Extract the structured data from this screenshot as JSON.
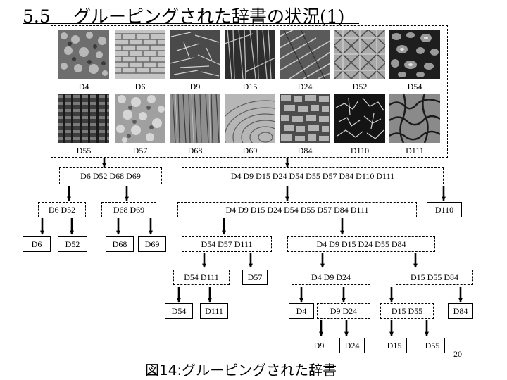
{
  "slide": {
    "section_number": "5.5",
    "title": "グルーピングされた辞書の状況(1)",
    "caption": "図14:グルーピングされた辞書",
    "page_number": "20"
  },
  "textures": {
    "row1": [
      "D4",
      "D6",
      "D9",
      "D15",
      "D24",
      "D52",
      "D54"
    ],
    "row2": [
      "D55",
      "D57",
      "D68",
      "D69",
      "D84",
      "D110",
      "D111"
    ]
  },
  "tree": {
    "level1": {
      "left": "D6 D52  D68  D69",
      "right": "D4  D9  D15  D24   D54  D55  D57  D84  D110  D111"
    },
    "level2": {
      "a": "D6 D52",
      "b": "D68  D69",
      "c": "D4  D9  D15  D24   D54  D55  D57  D84  D111",
      "d": "D110"
    },
    "level3": {
      "a": "D6",
      "b": "D52",
      "c": "D68",
      "d": "D69",
      "e": "D54  D57  D111",
      "f": "D4  D9  D15  D24  D55  D84"
    },
    "level4": {
      "a": "D54  D111",
      "b": "D57",
      "c": "D4  D9  D24",
      "d": "D15  D55  D84"
    },
    "level5": {
      "a": "D54",
      "b": "D111",
      "c": "D4",
      "d": "D9  D24",
      "e": "D15  D55",
      "f": "D84"
    },
    "level6": {
      "a": "D9",
      "b": "D24",
      "c": "D15",
      "d": "D55"
    }
  }
}
